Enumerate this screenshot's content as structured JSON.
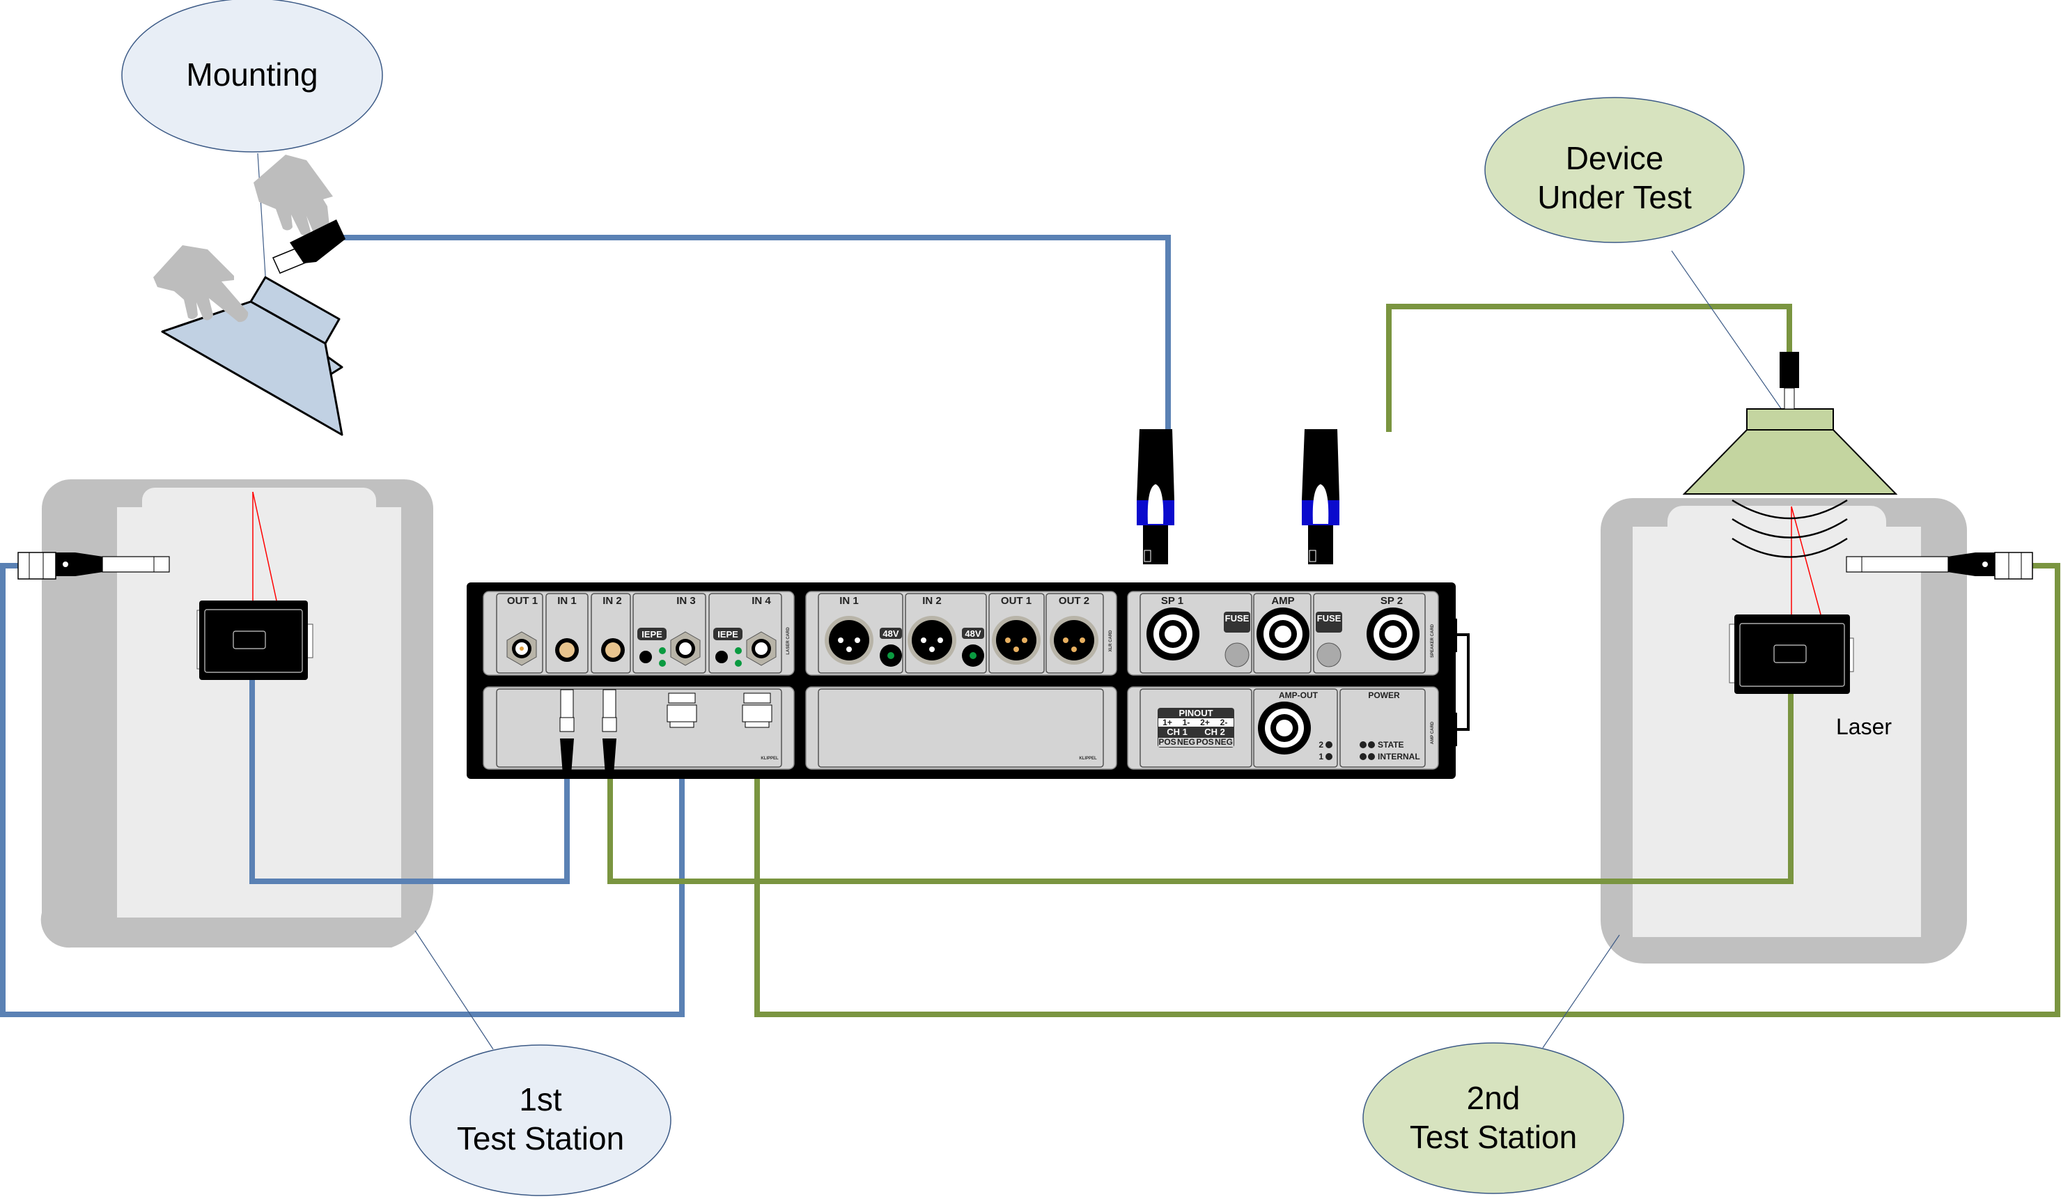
{
  "callouts": {
    "mounting": "Mounting",
    "device_under_test_line1": "Device",
    "device_under_test_line2": "Under Test",
    "first_station_line1": "1st",
    "first_station_line2": "Test Station",
    "second_station_line1": "2nd",
    "second_station_line2": "Test Station",
    "laser": "Laser"
  },
  "colors": {
    "blue_cable": "#5a81b4",
    "green_cable": "#7a9540",
    "blue_callout_fill": "#e8eef6",
    "green_callout_fill": "#d7e3bf",
    "laser_beam": "#ff0000",
    "speakon_ring": "#0a0acd"
  },
  "rack": {
    "laser_card": {
      "side_label": "LASER CARD",
      "slots": [
        {
          "label": "OUT 1",
          "connector": "bnc"
        },
        {
          "label": "IN 1",
          "connector": "lemo"
        },
        {
          "label": "IN 2",
          "connector": "lemo"
        },
        {
          "label": "IN 3",
          "connector": "bnc",
          "badge": "IEPE"
        },
        {
          "label": "IN 4",
          "connector": "bnc",
          "badge": "IEPE"
        }
      ],
      "brand": "KLIPPEL"
    },
    "xlr_card": {
      "side_label": "XLR CARD",
      "slots": [
        {
          "label": "IN 1",
          "badge": "48V"
        },
        {
          "label": "IN 2",
          "badge": "48V"
        },
        {
          "label": "OUT 1"
        },
        {
          "label": "OUT 2"
        }
      ],
      "brand": "KLIPPEL"
    },
    "speaker_card": {
      "side_label": "SPEAKER CARD",
      "slots": [
        {
          "label": "SP 1",
          "fuse": "FUSE"
        },
        {
          "label": "AMP"
        },
        {
          "label": "SP 2",
          "fuse": "FUSE"
        }
      ]
    },
    "amp_card": {
      "side_label": "AMP CARD",
      "pinout": {
        "title": "PINOUT",
        "pins": [
          "1+",
          "1-",
          "2+",
          "2-"
        ],
        "channels": [
          "CH 1",
          "CH 2"
        ],
        "polarity": [
          "POS",
          "NEG",
          "POS",
          "NEG"
        ]
      },
      "amp_out_label": "AMP-OUT",
      "amp_out_indicators": [
        "2",
        "1"
      ],
      "power_label": "POWER",
      "power_indicators": [
        "STATE",
        "INTERNAL"
      ]
    }
  }
}
